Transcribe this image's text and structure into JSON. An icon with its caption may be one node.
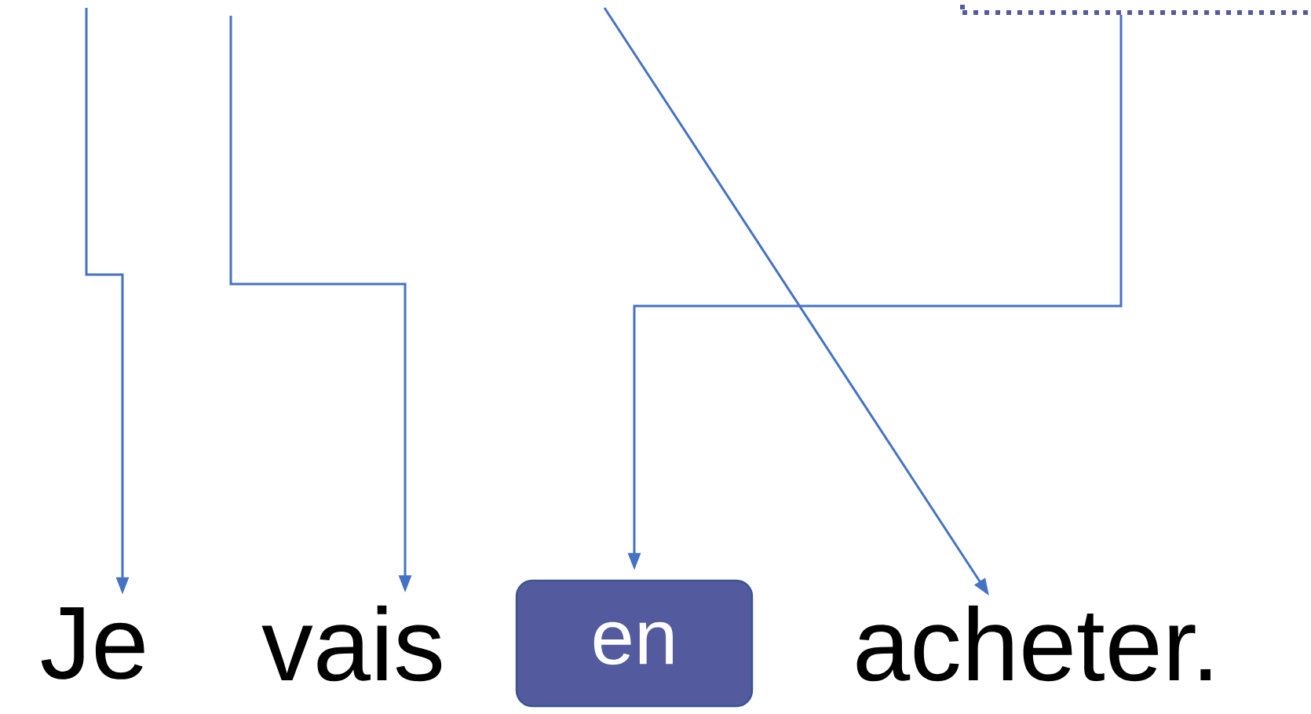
{
  "diagram": {
    "nodes": [
      {
        "text": [
          "Je"
        ]
      },
      {
        "text": [
          "vais"
        ]
      },
      {
        "text": [
          "en"
        ]
      },
      {
        "text": [
          "acheter."
        ]
      },
      {
        "text": [],
        "shape": "box"
      }
    ],
    "edges": [
      {
        "from": null,
        "to": 0,
        "arrow": "to"
      },
      {
        "from": null,
        "to": 1,
        "arrow": "to"
      },
      {
        "from": null,
        "to": 3,
        "arrow": "to"
      },
      {
        "from": 4,
        "to": 2,
        "arrow": "to"
      }
    ]
  }
}
